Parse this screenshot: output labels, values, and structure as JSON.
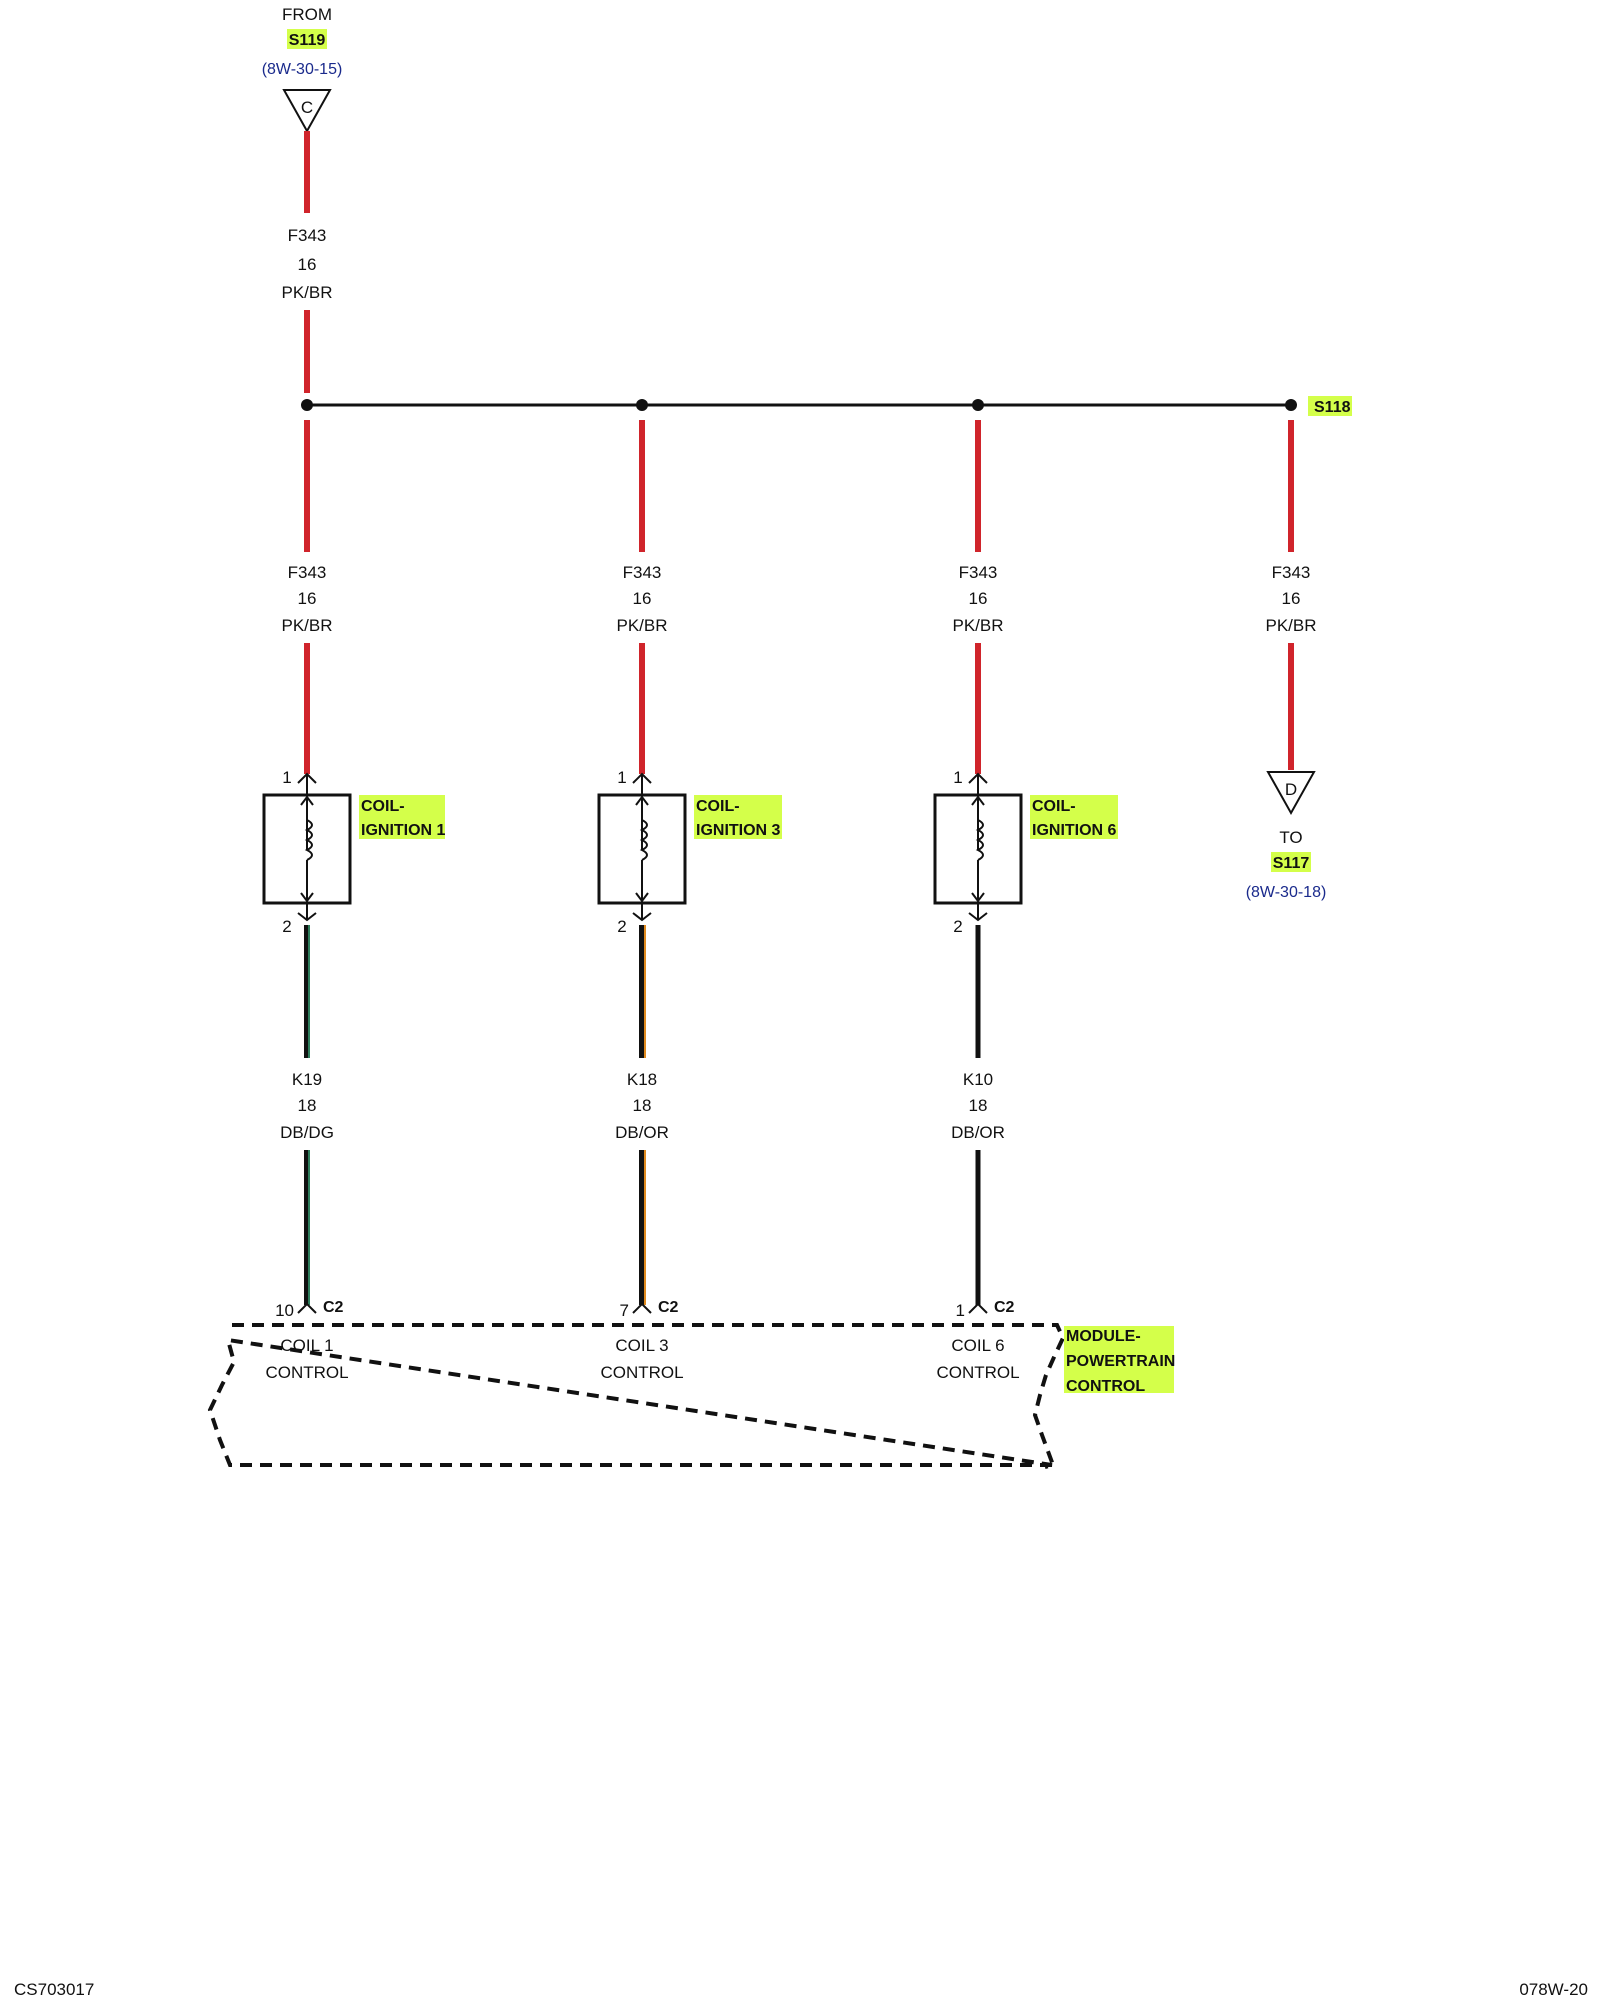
{
  "from_ref": {
    "prefix": "FROM",
    "splice": "S119",
    "page": "(8W-30-15)",
    "connector": "C"
  },
  "to_ref": {
    "prefix": "TO",
    "splice": "S117",
    "page": "(8W-30-18)",
    "connector": "D"
  },
  "splice_s118": "S118",
  "feed_wire": {
    "circuit": "F343",
    "gauge": "16",
    "color": "PK/BR"
  },
  "branch_wires": [
    {
      "circuit": "F343",
      "gauge": "16",
      "color": "PK/BR"
    },
    {
      "circuit": "F343",
      "gauge": "16",
      "color": "PK/BR"
    },
    {
      "circuit": "F343",
      "gauge": "16",
      "color": "PK/BR"
    },
    {
      "circuit": "F343",
      "gauge": "16",
      "color": "PK/BR"
    }
  ],
  "coils": [
    {
      "label_line1": "COIL-",
      "label_line2": "IGNITION 1",
      "pin_top": "1",
      "pin_bottom": "2"
    },
    {
      "label_line1": "COIL-",
      "label_line2": "IGNITION 3",
      "pin_top": "1",
      "pin_bottom": "2"
    },
    {
      "label_line1": "COIL-",
      "label_line2": "IGNITION 6",
      "pin_top": "1",
      "pin_bottom": "2"
    }
  ],
  "control_wires": [
    {
      "circuit": "K19",
      "gauge": "18",
      "color": "DB/DG"
    },
    {
      "circuit": "K18",
      "gauge": "18",
      "color": "DB/OR"
    },
    {
      "circuit": "K10",
      "gauge": "18",
      "color": "DB/OR"
    }
  ],
  "pcm_pins": [
    {
      "pin": "10",
      "connector": "C2",
      "line1": "COIL 1",
      "line2": "CONTROL"
    },
    {
      "pin": "7",
      "connector": "C2",
      "line1": "COIL 3",
      "line2": "CONTROL"
    },
    {
      "pin": "1",
      "connector": "C2",
      "line1": "COIL 6",
      "line2": "CONTROL"
    }
  ],
  "module": {
    "line1": "MODULE-",
    "line2": "POWERTRAIN",
    "line3": "CONTROL"
  },
  "footer": {
    "left": "CS703017",
    "right": "078W-20"
  },
  "colors": {
    "pink_brown_wire": "#d0242b",
    "black_wire": "#111111",
    "green_stripe": "#2e7d5b",
    "orange_stripe": "#e08a1e",
    "highlight": "#d4ff4a",
    "reference_link": "#1a2a8c"
  }
}
